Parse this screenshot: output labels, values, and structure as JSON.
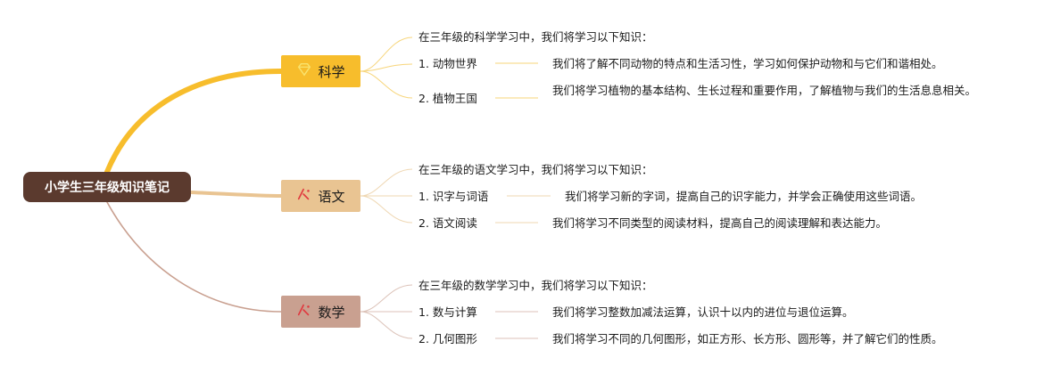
{
  "root": {
    "label": "小学生三年级知识笔记"
  },
  "branches": [
    {
      "label": "科学",
      "icon": "diamond-icon",
      "color": "#f7bd2c",
      "intro": "在三年级的科学学习中，我们将学习以下知识：",
      "items": [
        {
          "title": "1. 动物世界",
          "desc": "我们将了解不同动物的特点和生活习性，学习如何保护动物和与它们和谐相处。"
        },
        {
          "title": "2. 植物王国",
          "desc": "我们将学习植物的基本结构、生长过程和重要作用，了解植物与我们的生活息息相关。"
        }
      ]
    },
    {
      "label": "语文",
      "icon": "sparkle-icon",
      "color": "#e9c492",
      "intro": "在三年级的语文学习中，我们将学习以下知识：",
      "items": [
        {
          "title": "1. 识字与词语",
          "desc": "我们将学习新的字词，提高自己的识字能力，并学会正确使用这些词语。"
        },
        {
          "title": "2. 语文阅读",
          "desc": "我们将学习不同类型的阅读材料，提高自己的阅读理解和表达能力。"
        }
      ]
    },
    {
      "label": "数学",
      "icon": "sparkle-icon",
      "color": "#c9a090",
      "intro": "在三年级的数学学习中，我们将学习以下知识：",
      "items": [
        {
          "title": "1. 数与计算",
          "desc": "我们将学习整数加减法运算，认识十以内的进位与退位运算。"
        },
        {
          "title": "2. 几何图形",
          "desc": "我们将学习不同的几何图形，如正方形、长方形、圆形等，并了解它们的性质。"
        }
      ]
    }
  ]
}
